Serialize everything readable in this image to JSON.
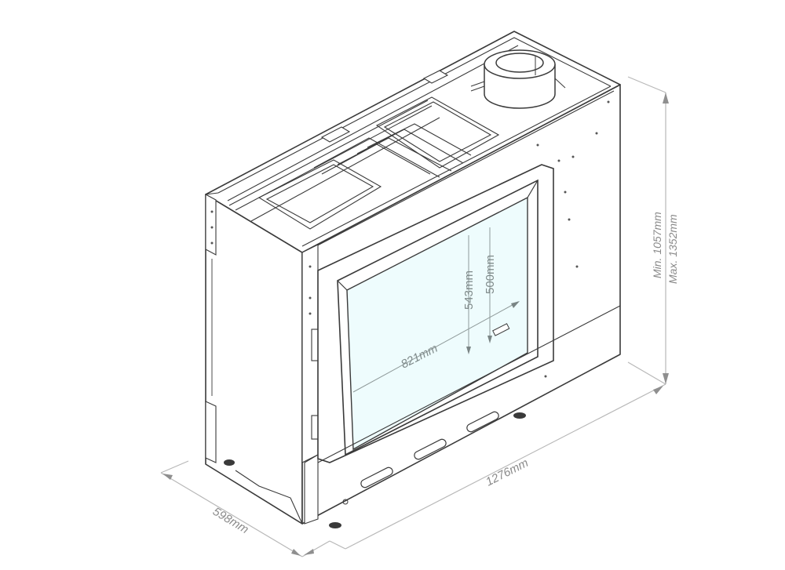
{
  "figure": {
    "title": "Fireplace insert isometric dimension drawing",
    "colors": {
      "line": "#3a3a3a",
      "thin_line": "#6e6e6e",
      "dimension_line": "#b5b5b5",
      "dimension_text": "#8a8a8a",
      "glass_fill": "#eefcfd",
      "panel_fill": "#ffffff"
    },
    "components": {
      "flue_collar": "cylindrical flue outlet on top",
      "glass_door": "front viewing glass",
      "vent_slots": 3,
      "adjustable_feet": 4
    }
  },
  "dimensions": {
    "width": "1276mm",
    "depth": "598mm",
    "height_min": "Min. 1057mm",
    "height_max": "Max. 1352mm",
    "glass_width": "821mm",
    "glass_height_outer": "543mm",
    "glass_height_inner": "500mm"
  }
}
